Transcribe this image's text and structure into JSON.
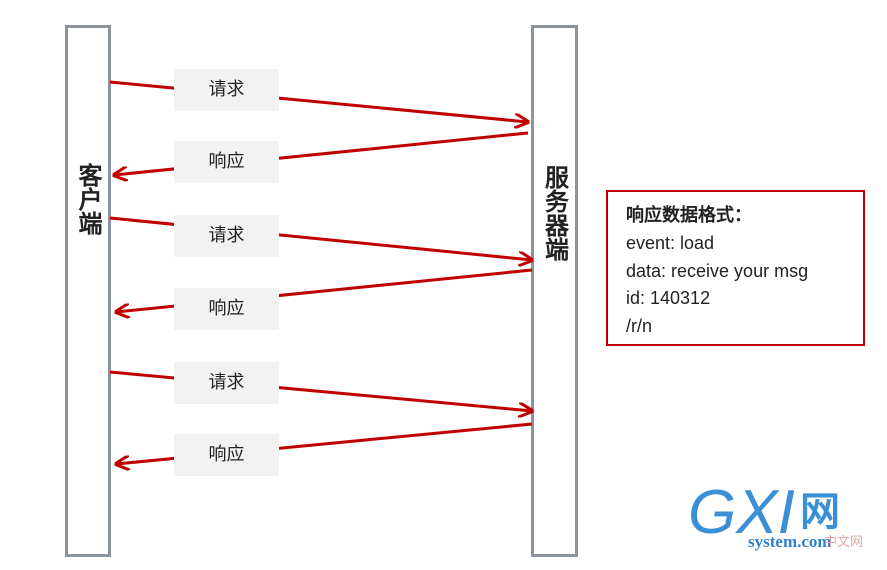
{
  "client": {
    "label": "客户端"
  },
  "server": {
    "label": "服务器端"
  },
  "messages": [
    {
      "label": "请求",
      "direction": "to-server"
    },
    {
      "label": "响应",
      "direction": "to-client"
    },
    {
      "label": "请求",
      "direction": "to-server"
    },
    {
      "label": "响应",
      "direction": "to-client"
    },
    {
      "label": "请求",
      "direction": "to-server"
    },
    {
      "label": "响应",
      "direction": "to-client"
    }
  ],
  "format": {
    "title": "响应数据格式：",
    "lines": [
      "event: load",
      "data: receive your msg",
      "id: 140312",
      "/r/n"
    ]
  },
  "watermark": {
    "letters": "GXI",
    "cn_char": "网",
    "site": "system.com",
    "site_cn": "中文网"
  },
  "colors": {
    "arrow": "#c00000",
    "lane_border": "#8b949c",
    "box_border": "#c00000",
    "label_bg": "#f2f2f2"
  }
}
